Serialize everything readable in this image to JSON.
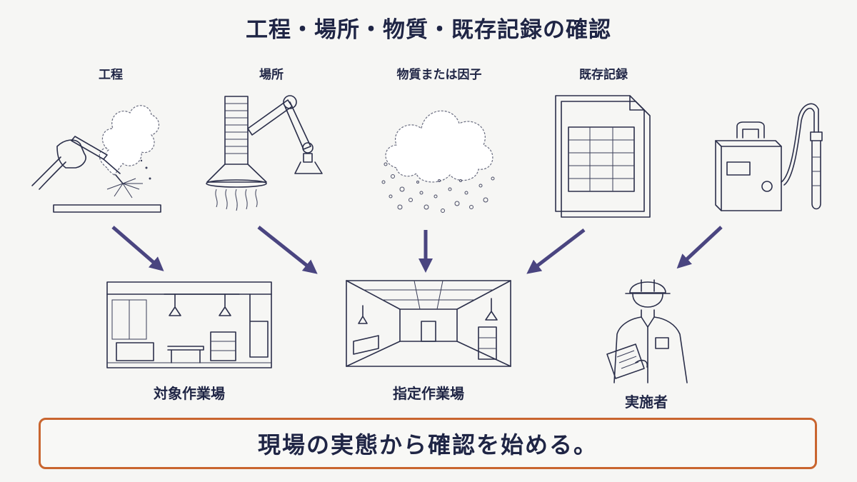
{
  "title": "工程・場所・物質・既存記録の確認",
  "inputs": {
    "process": "工程",
    "location": "場所",
    "substance": "物質または因子",
    "records": "既存記録"
  },
  "outputs": {
    "target_workplace": "対象作業場",
    "designated_workplace": "指定作業場",
    "implementer": "実施者"
  },
  "banner": "現場の実態から確認を始める。",
  "colors": {
    "arrow": "#4a4580",
    "banner_border": "#c9652f",
    "text": "#1f2545"
  }
}
